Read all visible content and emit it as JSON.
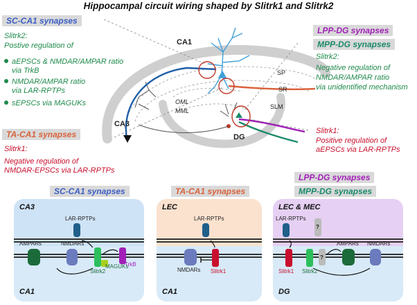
{
  "title": "Hippocampal circuit wiring shaped by Slitrk1 and Slitrk2",
  "top": {
    "sc_ca1_tag": "SC-CA1 synapses",
    "slitrk2_left_head": "Slitrk2:",
    "slitrk2_left_sub": "Postive regulation of",
    "bullets": [
      [
        "aEPSCs & NMDAR/AMPAR ratio",
        "via TrkB"
      ],
      [
        "NMDAR/AMPAR ratio",
        "via LAR-RPTPs"
      ],
      [
        "sEPSCs via MAGUKs"
      ]
    ],
    "ta_ca1_tag": "TA-CA1 synapses",
    "slitrk1_left_head": "Slitrk1:",
    "slitrk1_left_lines": [
      "Negative regulation of",
      "NMDAR-EPSCs via LAR-RPTPs"
    ],
    "lpp_dg_tag": "LPP-DG synapses",
    "mpp_dg_tag": "MPP-DG synapses",
    "slitrk2_right_head": "Slitrk2:",
    "slitrk2_right_lines": [
      "Negative regulation of",
      "NMDAR/AMPAR ratio",
      "via unidentified mechanism"
    ],
    "slitrk1_right_head": "Slitrk1:",
    "slitrk1_right_lines": [
      "Positive regulation of",
      "aEPSCs via LAR-RPTPs"
    ],
    "regions": {
      "ca1": "CA1",
      "ca3": "CA3",
      "dg": "DG",
      "sp": "SP",
      "sr": "SR",
      "slm": "SLM",
      "oml": "OML",
      "mml": "MML"
    }
  },
  "bottom": {
    "left_tag": "SC-CA1 synapses",
    "mid_tag": "TA-CA1 synapses",
    "right_tag1": "LPP-DG synapses",
    "right_tag2": "MPP-DG synapses",
    "left_panel": {
      "pre": "CA3",
      "post": "CA1",
      "lar": "LAR-RPTPs",
      "ampars": "AMPARs",
      "nmdars": "NMDARs",
      "slitrk2": "Slitrk2",
      "maguks": "MAGUKs",
      "trkb": "TrkB"
    },
    "mid_panel": {
      "pre": "LEC",
      "post": "CA1",
      "lar": "LAR-RPTPs",
      "nmdars": "NMDARs",
      "slitrk1": "Slitrk1"
    },
    "right_panel": {
      "pre": "LEC & MEC",
      "post": "DG",
      "lar": "LAR-RPTPs",
      "ampars": "AMPARs",
      "nmdars": "NMDARs",
      "slitrk1": "Slitrk1",
      "slitrk2": "Slitrk2",
      "q1": "?",
      "q2": "?"
    }
  },
  "colors": {
    "sc_blue": "#3c5ec4",
    "ta_orange": "#d9623b",
    "lpp_purple": "#a21fb8",
    "mpp_teal": "#1a8a6b",
    "green_text": "#1f8a4c",
    "red_text": "#c8102e"
  }
}
